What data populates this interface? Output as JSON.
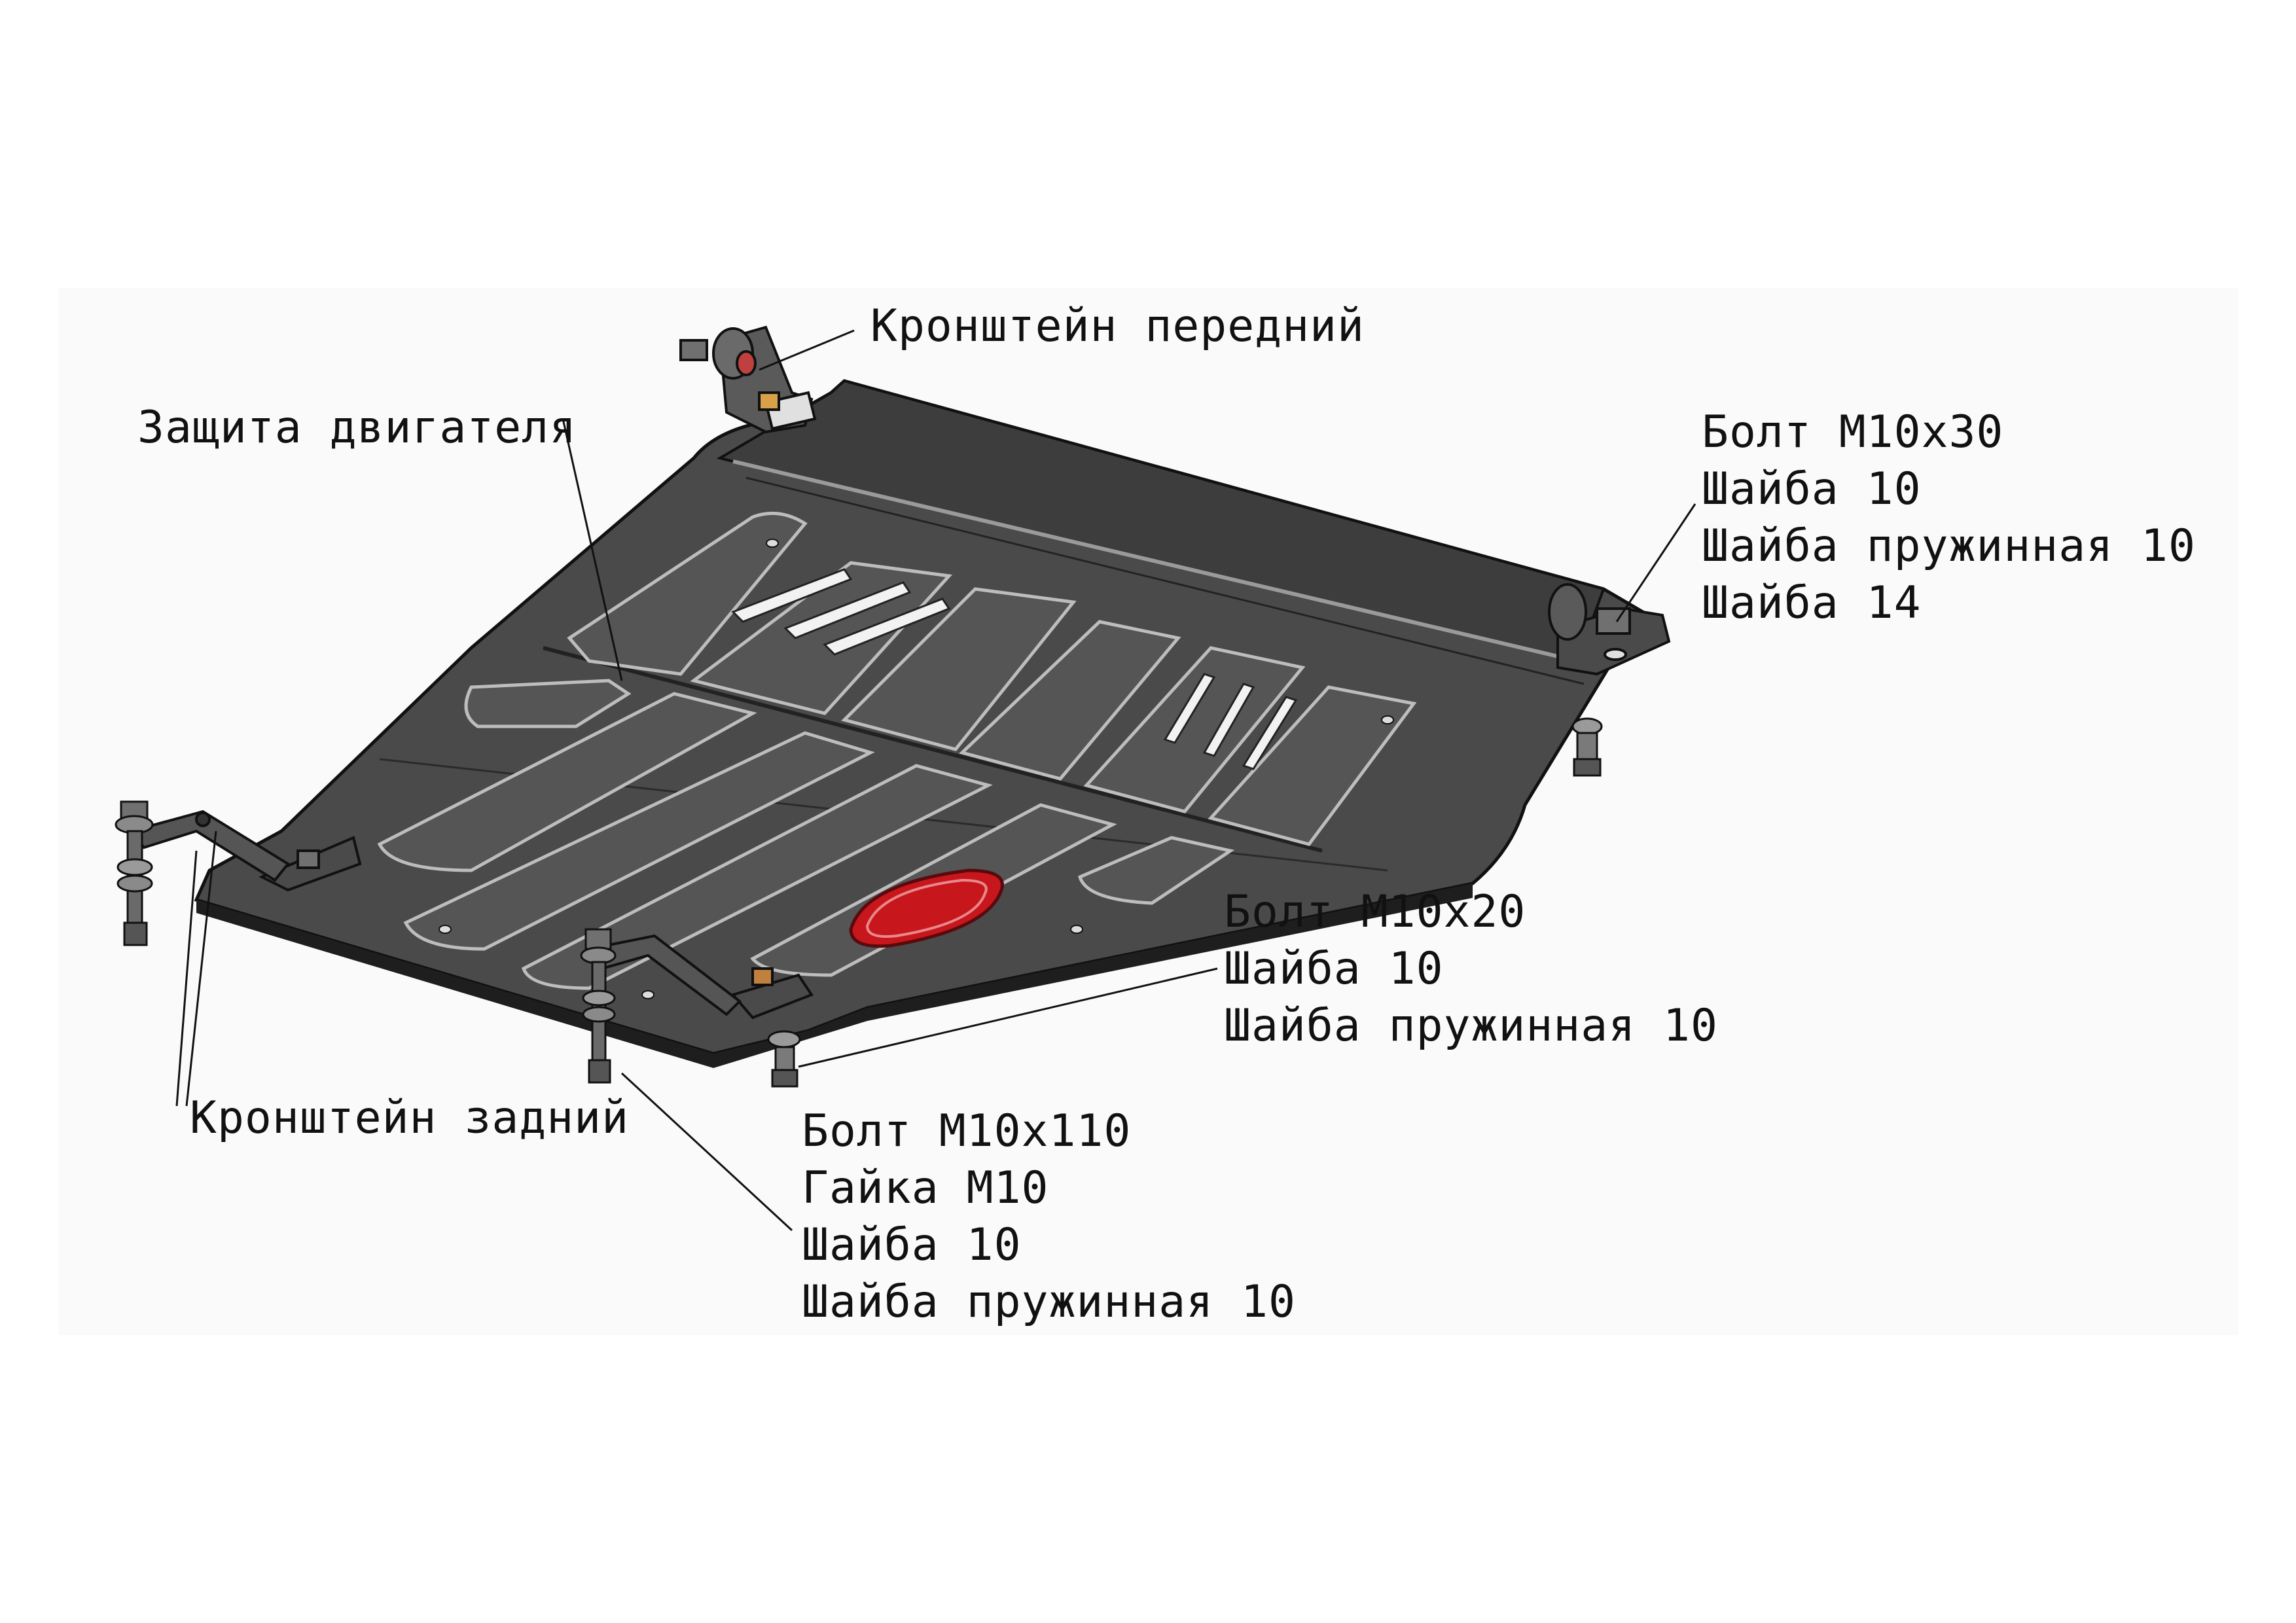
{
  "labels": {
    "front_bracket": "Кронштейн передний",
    "engine_guard": "Защита двигателя",
    "rear_bracket": "Кронштейн задний",
    "right_mount": [
      "Болт M10x30",
      "Шайба 10",
      "Шайба пружинная 10",
      "Шайба 14"
    ],
    "center_mount": [
      "Болт M10x20",
      "Шайба 10",
      "Шайба пружинная 10"
    ],
    "rear_mount": [
      "Болт M10x110",
      "Гайка M10",
      "Шайба 10",
      "Шайба пружинная 10"
    ]
  },
  "colors": {
    "plate": "#4a4a4a",
    "plate_dark": "#2b2b2b",
    "stamp_edge": "#bdbdbd",
    "hatch": "#c8161d",
    "line": "#111111"
  }
}
